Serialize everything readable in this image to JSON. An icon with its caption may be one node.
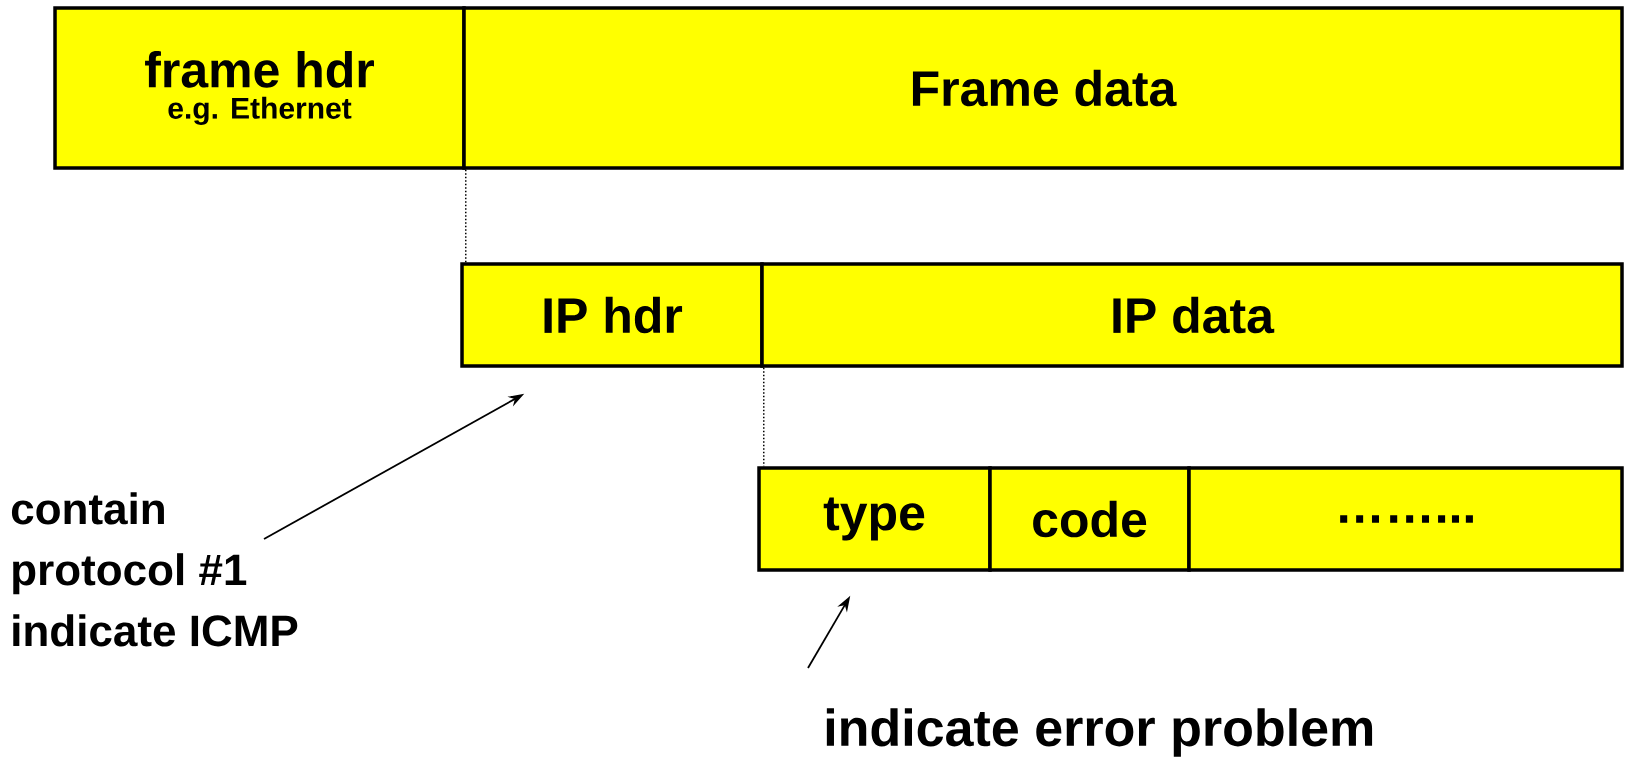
{
  "diagram": {
    "nodes": [
      {
        "text": [
          "frame hdr",
          "e.g. Ethernet"
        ]
      },
      {
        "text": [
          "Frame data"
        ]
      },
      {
        "text": [
          "IP hdr"
        ]
      },
      {
        "text": [
          "IP data"
        ]
      },
      {
        "text": [
          "type"
        ]
      },
      {
        "text": [
          "code"
        ]
      },
      {
        "text": [
          "……..."
        ]
      },
      {
        "text": [
          "contain protocol #1 indicate ICMP"
        ]
      },
      {
        "text": [
          "indicate error problem"
        ]
      }
    ],
    "edges": [
      {
        "from": 0,
        "to": 2,
        "arrow": "none",
        "style": "dashed"
      },
      {
        "from": 2,
        "to": 4,
        "arrow": "none",
        "style": "dashed"
      },
      {
        "from": 7,
        "to": 2,
        "arrow": "to"
      },
      {
        "from": 8,
        "to": 4,
        "arrow": "to"
      }
    ]
  }
}
